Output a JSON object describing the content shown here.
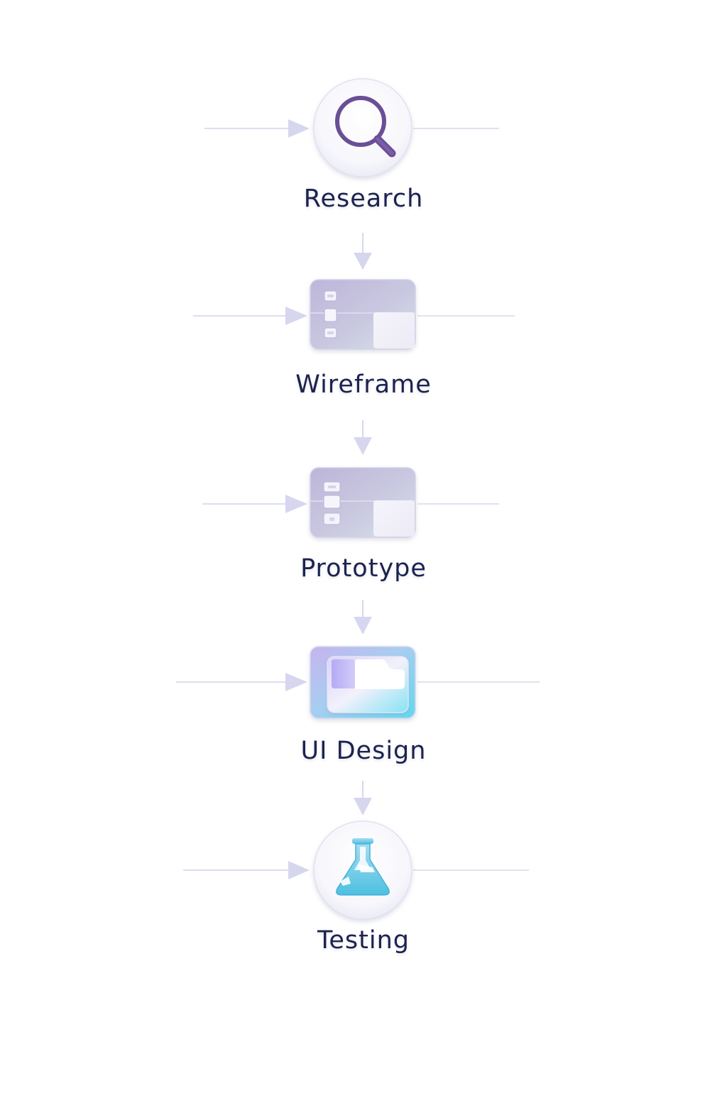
{
  "steps": [
    {
      "id": "research",
      "label": "Research",
      "icon": "magnifier-icon"
    },
    {
      "id": "wireframe",
      "label": "Wireframe",
      "icon": "wireframe-layout-icon"
    },
    {
      "id": "prototype",
      "label": "Prototype",
      "icon": "prototype-layout-icon"
    },
    {
      "id": "uidesign",
      "label": "UI Design",
      "icon": "ui-design-card-icon"
    },
    {
      "id": "testing",
      "label": "Testing",
      "icon": "flask-icon"
    }
  ],
  "colors": {
    "label": "#1c2350",
    "connector": "#dcdcee",
    "arrow": "#d4d4ee",
    "magnifier": "#6a4f96",
    "flask_top": "#a7dcf2",
    "flask_bottom": "#4cc0e0"
  }
}
